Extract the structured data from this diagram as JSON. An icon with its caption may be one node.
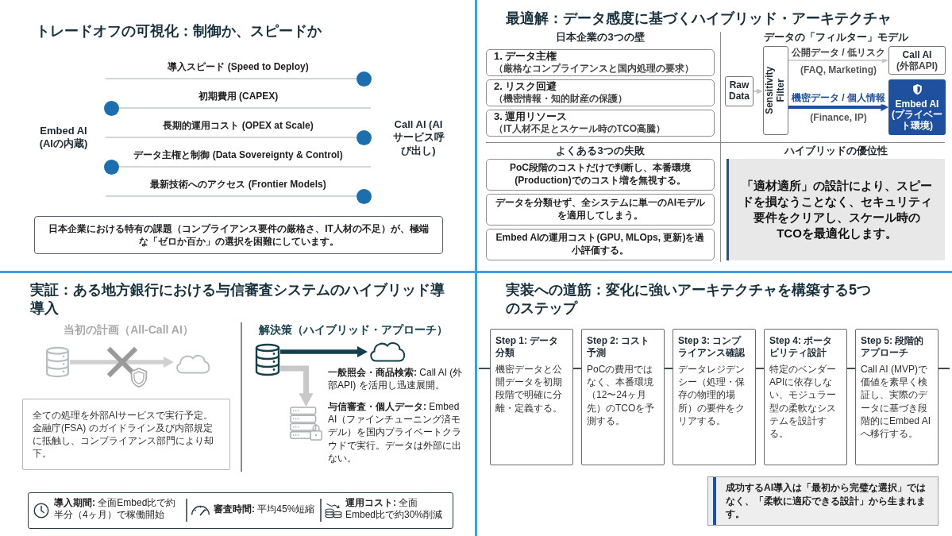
{
  "diagram": {
    "nodes": [
      {
        "text": [
          "トレードオフの可視化：制御か、スピードか"
        ]
      },
      {
        "text": [
          "日本企業における特有の課題（コンプライアンス要件の厳格さ、IT人材の不足）が、極端な「ゼロか百か」の選択を困難にしています。"
        ],
        "in": 0
      },
      {
        "text": [
          "最適解：データ感度に基づくハイブリッド・アーキテクチャ"
        ]
      },
      {
        "text": [
          "1. データ主権",
          "（厳格なコンプライアンスと国内処理の要求）"
        ],
        "in": 2
      },
      {
        "text": [
          "2. リスク回避",
          "（機密情報・知的財産の保護）"
        ],
        "in": 2
      },
      {
        "text": [
          "3. 運用リソース",
          "（IT人材不足とスケール時のTCO高騰）"
        ],
        "in": 2
      },
      {
        "text": [
          "Raw Data"
        ],
        "in": 2
      },
      {
        "text": [
          "Sensitivity Filter"
        ],
        "in": 2
      },
      {
        "text": [
          "Call AI",
          "(外部API)"
        ],
        "in": 2
      },
      {
        "text": [
          "Embed AI",
          "(プライベート環境)"
        ],
        "in": 2
      },
      {
        "text": [
          "PoC段階のコストだけで判断し、本番環境(Production)でのコスト増を無視する。"
        ],
        "in": 2
      },
      {
        "text": [
          "データを分類せず、全システムに単一のAIモデルを適用してしまう。"
        ],
        "in": 2
      },
      {
        "text": [
          "Embed AIの運用コスト(GPU, MLOps, 更新)を過小評価する。"
        ],
        "in": 2
      },
      {
        "text": [
          "「適材適所」の設計により、スピードを損なうことなく、セキュリティ要件をクリアし、スケール時のTCOを最適化します。"
        ],
        "in": 2
      },
      {
        "text": [
          "実証：ある地方銀行における与信審査システムのハイブリッド導導入"
        ]
      },
      {
        "text": [],
        "shape": "database",
        "in": 14
      },
      {
        "text": [],
        "shape": "cloud",
        "in": 14
      },
      {
        "text": [
          "全ての処理を外部AIサービスで実行予定。金融庁(FSA) のガイドライン及び内部規定に抵触し、コンプライアンス部門により却下。"
        ],
        "in": 14
      },
      {
        "text": [],
        "shape": "database",
        "in": 14
      },
      {
        "text": [],
        "shape": "cloud",
        "in": 14,
        "beside": [
          "**一般照会・商品検索:** Call AI (外部API) を活用し迅速展開。"
        ]
      },
      {
        "text": [],
        "shape": "server",
        "in": 14,
        "beside": [
          "**与信審査・個人データ:** Embed AI（ファインチューニング済モデル）を国内プライベートクラウドで実行。データは外部に出ない。"
        ]
      },
      {
        "text": [
          "**導入期間:** 全面Embed比で約半分（4ヶ月）で稼働開始",
          "**審査時間:** 平均45%短縮",
          "**運用コスト:** 全面Embed比で約30%削減"
        ],
        "in": 14
      },
      {
        "text": [
          "実装への道筋：変化に強いアーキテクチャを構築する5つのステップ"
        ]
      },
      {
        "text": [
          "Step 1: データ分類",
          "機密データと公開データを初期段階で明確に分離・定義する。"
        ],
        "in": 22
      },
      {
        "text": [
          "Step 2: コスト予測",
          "PoCの費用ではなく、本番環境（12〜24ヶ月先）のTCOを予測する。"
        ],
        "in": 22
      },
      {
        "text": [
          "Step 3: コンプライアンス確認",
          "データレジデンシー（処理・保存の物理的場所）の要件をクリアする。"
        ],
        "in": 22
      },
      {
        "text": [
          "Step 4: ポータビリティ設計",
          "特定のベンダーAPIに依存しない、モジュラー型の柔軟なシステムを設計する。"
        ],
        "in": 22
      },
      {
        "text": [
          "Step 5: 段階的アプローチ",
          "Call AI (MVP)で価値を素早く検証し、実際のデータに基づき段階的にEmbed AIへ移行する。"
        ],
        "in": 22
      },
      {
        "text": [
          "成功するAI導入は「最初から完璧な選択」ではなく、「柔軟に適応できる設計」から生まれます。"
        ],
        "in": 22
      }
    ],
    "edges": [
      {
        "from": 6,
        "to": 7,
        "arrow": "to",
        "color": "#c4c4c4"
      },
      {
        "from": 7,
        "to": 8,
        "arrow": "to",
        "label": "公開データ / 低リスク",
        "color": "#c4c4c4"
      },
      {
        "from": 7,
        "to": 9,
        "arrow": "to",
        "label": "機密データ / 個人情報",
        "style": "thick",
        "color": "#1f4f9f"
      },
      {
        "from": 15,
        "to": 16,
        "arrow": "to",
        "style": "thick",
        "color": "#d0d0d0"
      },
      {
        "from": 18,
        "to": 19,
        "arrow": "to",
        "style": "thick",
        "color": "#14404c"
      },
      {
        "from": 18,
        "to": 20,
        "arrow": "to",
        "style": "thick",
        "color": "#c8c8c8"
      },
      {
        "from": null,
        "to": 23,
        "arrow": "none"
      },
      {
        "from": 23,
        "to": 24,
        "arrow": "none"
      },
      {
        "from": 24,
        "to": 25,
        "arrow": "none"
      },
      {
        "from": 25,
        "to": 26,
        "arrow": "none"
      },
      {
        "from": 26,
        "to": 27,
        "arrow": "none"
      },
      {
        "from": 27,
        "to": null,
        "arrow": "none"
      }
    ],
    "labels": [
      "導入スピード (Speed to Deploy)",
      "初期費用 (CAPEX)",
      "長期的運用コスト (OPEX at Scale)",
      "Embed AI (AIの内蔵)",
      "Call AI (AIサービス呼び出し)",
      "データ主権と制御 (Data Sovereignty & Control)",
      "最新技術へのアクセス (Frontier Models)",
      "日本企業の3つの壁",
      "データの「フィルター」モデル",
      "(FAQ, Marketing)",
      "(Finance, IP)",
      "よくある3つの失敗",
      "ハイブリッドの優位性",
      "当初の計画（All-Call AI）",
      "解決策（ハイブリッド・アプローチ）"
    ]
  }
}
